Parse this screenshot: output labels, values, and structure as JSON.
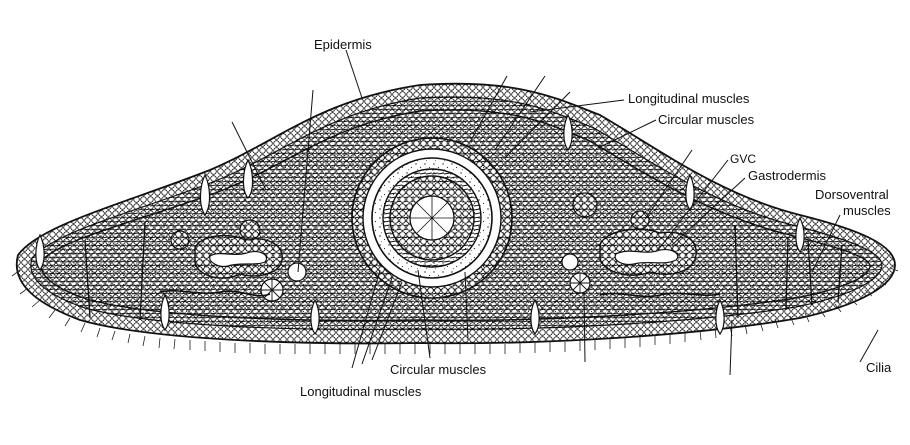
{
  "labels": {
    "epidermis": "Epidermis",
    "longitudinal_muscles_top": "Longitudinal muscles",
    "circular_muscles_top": "Circular muscles",
    "gvc": "GVC",
    "gastrodermis": "Gastrodermis",
    "dorsoventral_line1": "Dorsoventral",
    "dorsoventral_line2": "muscles",
    "cilia": "Cilia",
    "circular_muscles_bottom": "Circular muscles",
    "longitudinal_muscles_bottom": "Longitudinal muscles"
  }
}
